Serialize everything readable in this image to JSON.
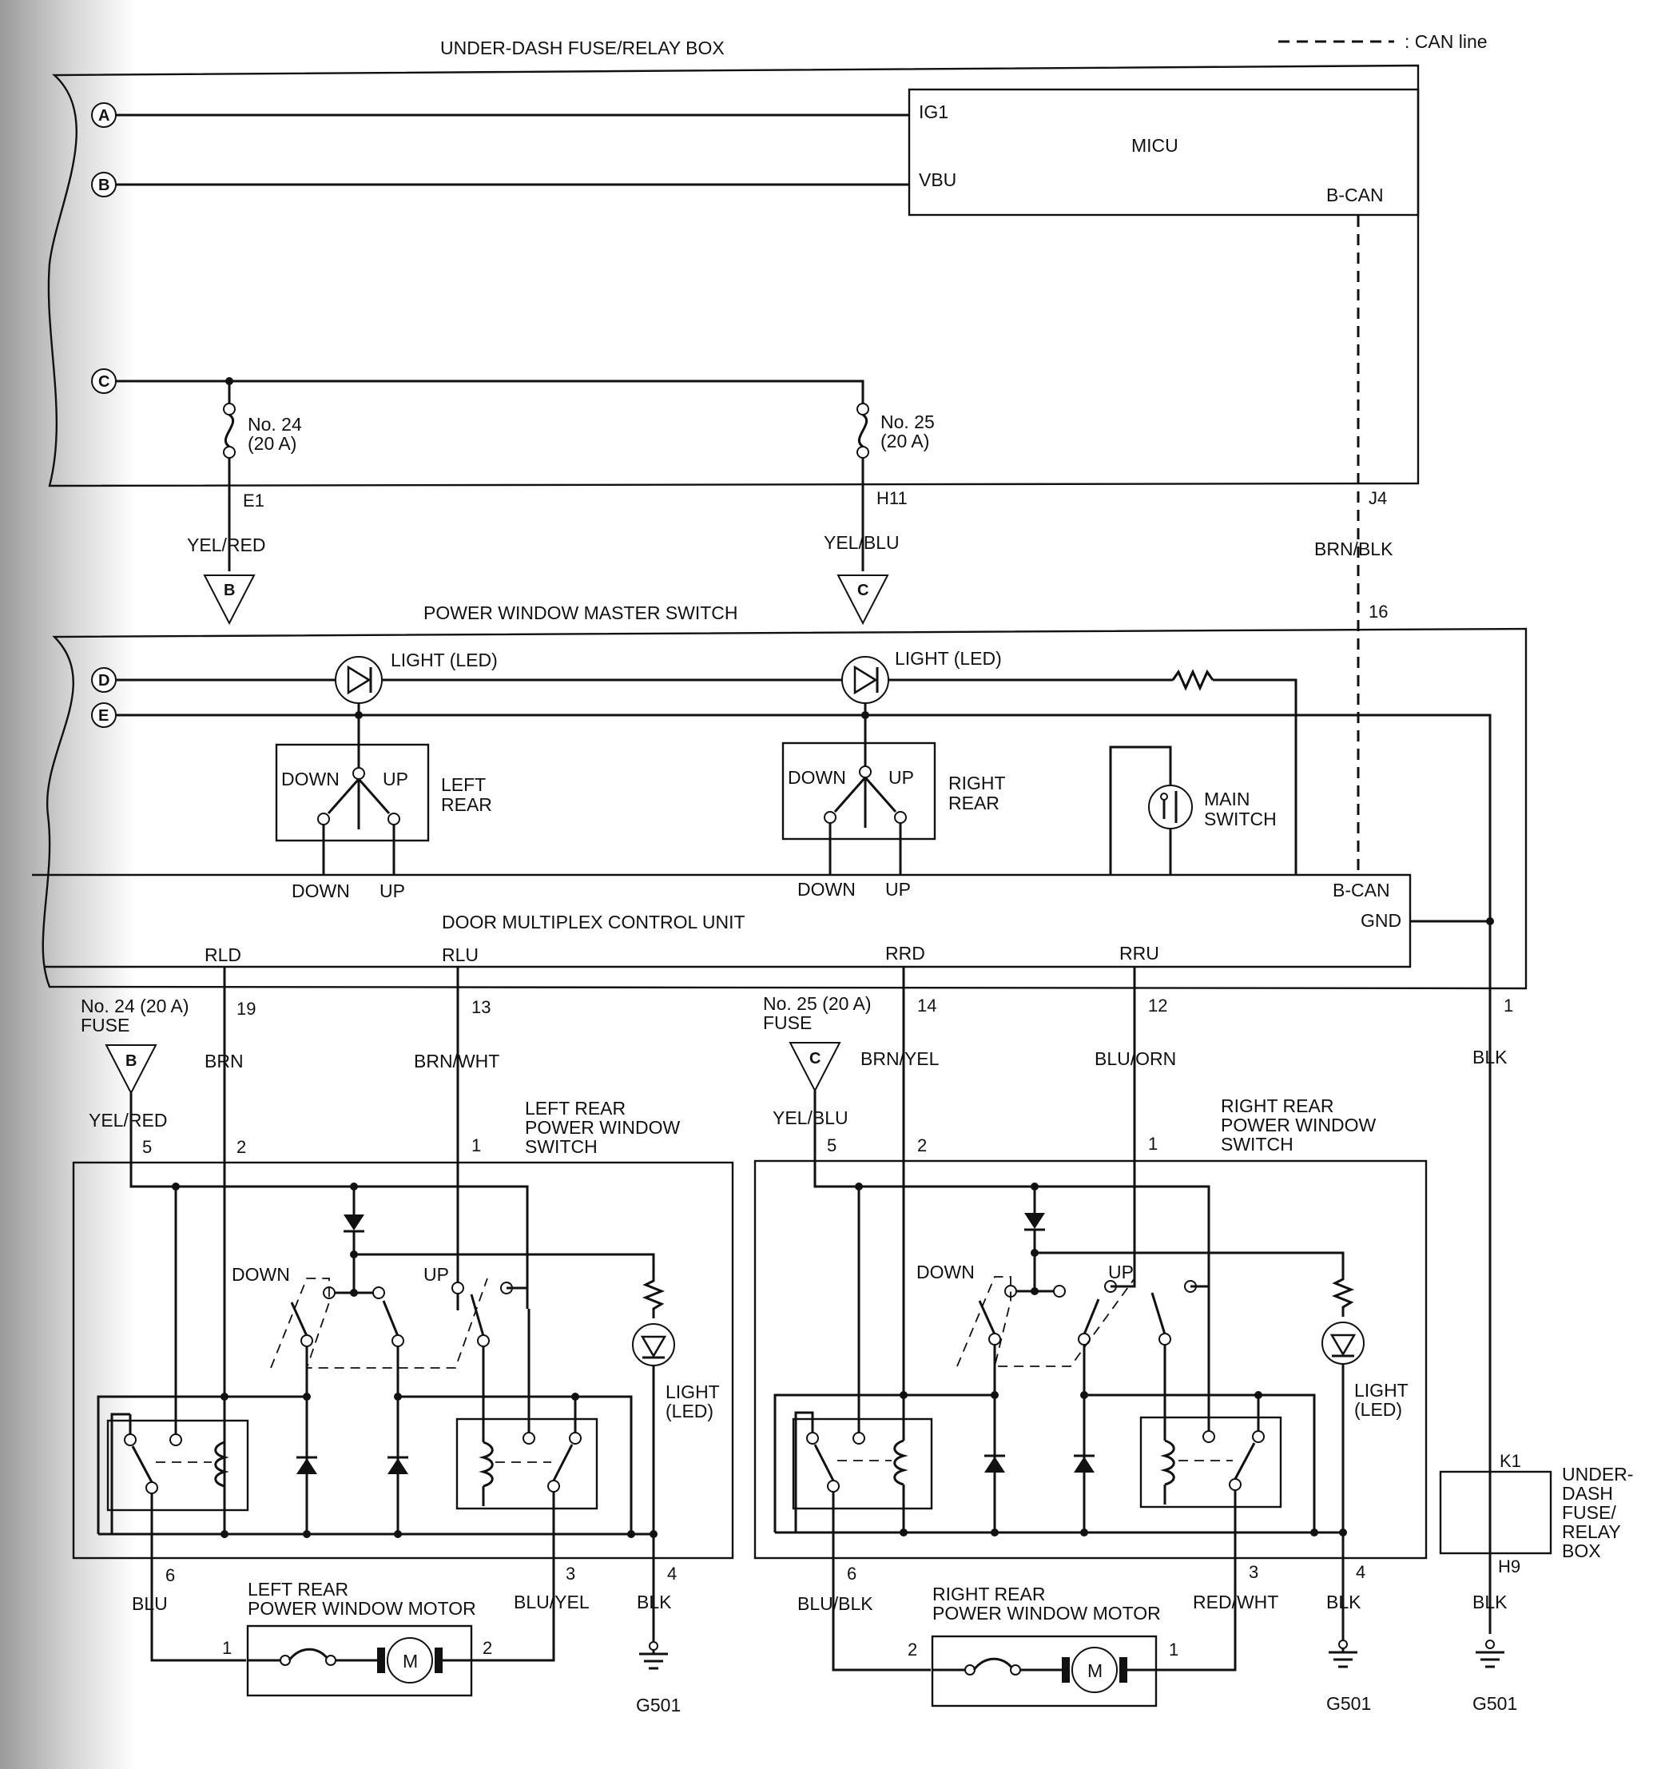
{
  "legend": {
    "can_line": ": CAN line"
  },
  "underdash": {
    "title": "UNDER-DASH FUSE/RELAY BOX",
    "micu": "MICU",
    "ig1": "IG1",
    "vbu": "VBU",
    "bcan": "B-CAN",
    "conn_a": "A",
    "conn_b": "B",
    "conn_c": "C",
    "fuse24_num": "No. 24",
    "fuse24_amp": "(20 A)",
    "fuse25_num": "No. 25",
    "fuse25_amp": "(20 A)",
    "pin_e1": "E1",
    "pin_h11": "H11",
    "pin_j4": "J4",
    "wire_yelred": "YEL/RED",
    "wire_yelblu": "YEL/BLU",
    "wire_brnblk": "BRN/BLK",
    "tri_b": "B",
    "tri_c": "C"
  },
  "master": {
    "title": "POWER WINDOW MASTER SWITCH",
    "pin16": "16",
    "conn_d": "D",
    "conn_e": "E",
    "light1": "LIGHT (LED)",
    "light2": "LIGHT (LED)",
    "sw_down": "DOWN",
    "sw_up": "UP",
    "left_rear_1": "LEFT",
    "left_rear_2": "REAR",
    "right_rear_1": "RIGHT",
    "right_rear_2": "REAR",
    "main_switch_1": "MAIN",
    "main_switch_2": "SWITCH",
    "out_down_l": "DOWN",
    "out_up_l": "UP",
    "out_down_r": "DOWN",
    "out_up_r": "UP",
    "dmcu_title": "DOOR MULTIPLEX CONTROL UNIT",
    "dmcu_bcan": "B-CAN",
    "dmcu_gnd": "GND",
    "rld": "RLD",
    "rlu": "RLU",
    "rrd": "RRD",
    "rru": "RRU",
    "pin19": "19",
    "pin13": "13",
    "pin14": "14",
    "pin12": "12",
    "pin1": "1",
    "wire_brn": "BRN",
    "wire_brnwht": "BRN/WHT",
    "wire_brnyel": "BRN/YEL",
    "wire_bluorn": "BLU/ORN",
    "wire_blk": "BLK"
  },
  "left_rear": {
    "fuse_label_1": "No. 24 (20 A)",
    "fuse_label_2": "FUSE",
    "tri": "B",
    "wire_in": "YEL/RED",
    "pin5": "5",
    "pin2": "2",
    "pin1": "1",
    "title_1": "LEFT REAR",
    "title_2": "POWER WINDOW",
    "title_3": "SWITCH",
    "down": "DOWN",
    "up": "UP",
    "light_1": "LIGHT",
    "light_2": "(LED)",
    "pin6": "6",
    "pin3": "3",
    "pin4": "4",
    "wire_blu": "BLU",
    "wire_bluyel": "BLU/YEL",
    "wire_blk": "BLK",
    "motor_title_1": "LEFT REAR",
    "motor_title_2": "POWER WINDOW MOTOR",
    "motor_pin1": "1",
    "motor_pin2": "2",
    "motor": "M",
    "ground": "G501"
  },
  "right_rear": {
    "fuse_label_1": "No. 25 (20 A)",
    "fuse_label_2": "FUSE",
    "tri": "C",
    "wire_in": "YEL/BLU",
    "pin5": "5",
    "pin2": "2",
    "pin1": "1",
    "title_1": "RIGHT REAR",
    "title_2": "POWER WINDOW",
    "title_3": "SWITCH",
    "down": "DOWN",
    "up": "UP",
    "light_1": "LIGHT",
    "light_2": "(LED)",
    "pin6": "6",
    "pin3": "3",
    "pin4": "4",
    "wire_blublk": "BLU/BLK",
    "wire_redwht": "RED/WHT",
    "wire_blk": "BLK",
    "motor_title_1": "RIGHT REAR",
    "motor_title_2": "POWER WINDOW MOTOR",
    "motor_pin1": "1",
    "motor_pin2": "2",
    "motor": "M",
    "ground": "G501"
  },
  "ground_box": {
    "pin_k1": "K1",
    "pin_h9": "H9",
    "wire_blk": "BLK",
    "label_1": "UNDER-",
    "label_2": "DASH",
    "label_3": "FUSE/",
    "label_4": "RELAY",
    "label_5": "BOX",
    "ground": "G501"
  }
}
